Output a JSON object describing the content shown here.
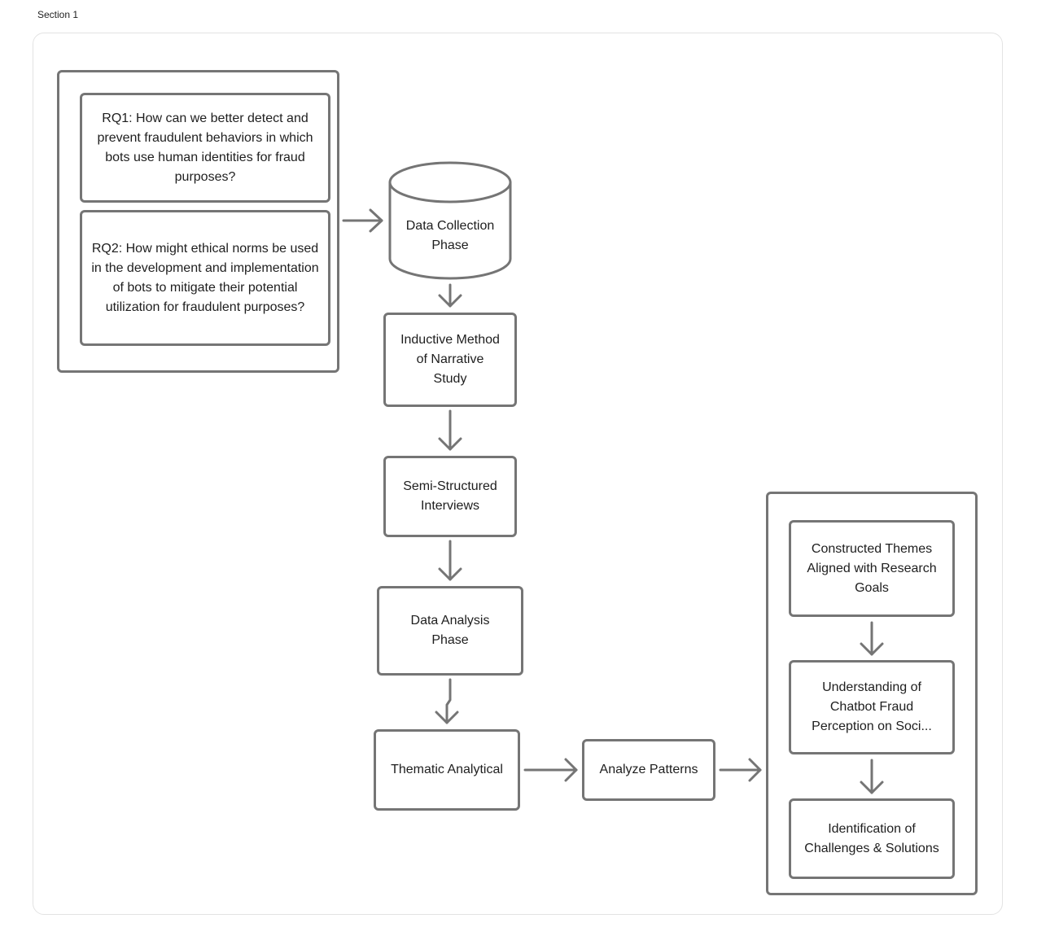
{
  "section": {
    "label": "Section 1"
  },
  "nodes": {
    "rq1": "RQ1: How can we better detect and prevent fraudulent behaviors in which bots use human identities for fraud purposes?",
    "rq2": "RQ2: How might ethical norms be used in the development and implementation of bots to mitigate their potential utilization for fraudulent purposes?",
    "data_collection": "Data Collection Phase",
    "inductive_method": "Inductive Method of Narrative Study",
    "semi_structured": "Semi-Structured Interviews",
    "data_analysis": "Data Analysis Phase",
    "thematic": "Thematic Analytical",
    "analyze_patterns": "Analyze Patterns",
    "constructed_themes": "Constructed Themes Aligned with Research Goals",
    "understanding": "Understanding of Chatbot Fraud Perception on Soci...",
    "identification": "Identification of Challenges & Solutions"
  },
  "colors": {
    "stroke": "#757575",
    "frame": "#e3e3e3",
    "text": "#1e1e1e"
  }
}
